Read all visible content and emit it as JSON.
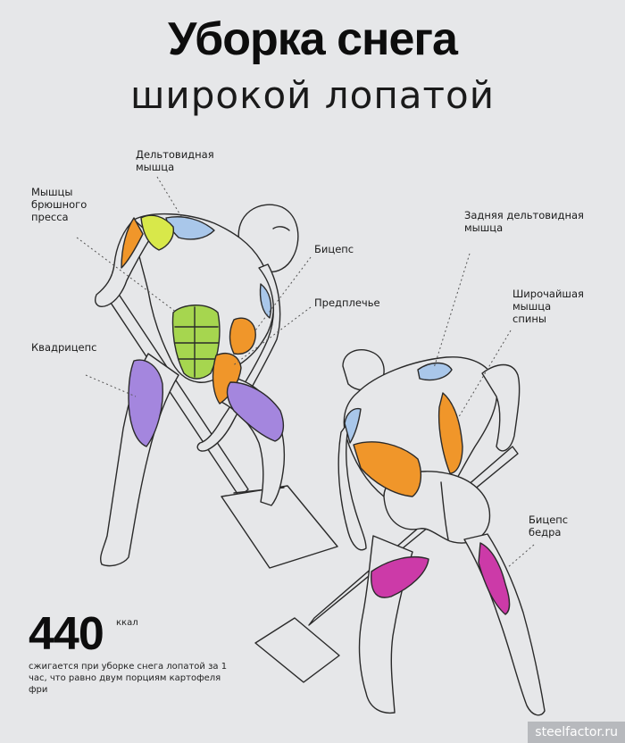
{
  "title": "Уборка снега",
  "subtitle": "широкой лопатой",
  "labels": {
    "deltoid": "Дельтовидная\nмышца",
    "abs": "Мышцы\nбрюшного\nпресса",
    "biceps": "Бицепс",
    "forearm": "Предплечье",
    "quadriceps": "Квадрицепс",
    "rear_deltoid": "Задняя дельтовидная\nмышца",
    "lats": "Широчайшая\nмышца\nспины",
    "hamstrings": "Бицепс\nбедра"
  },
  "stat": {
    "value": "440",
    "unit": "ккал",
    "description": "сжигается при уборке снега лопатой за 1 час, что равно двум порциям картофеля фри"
  },
  "watermark": "steelfactor.ru",
  "colors": {
    "background": "#e6e7e9",
    "deltoid": "#a9c7ea",
    "shoulder_yellow": "#d8e84a",
    "abs_green": "#a6d64f",
    "orange": "#f0962a",
    "purple": "#a486de",
    "magenta": "#cc3aa8",
    "outline": "#2a2a2a"
  }
}
